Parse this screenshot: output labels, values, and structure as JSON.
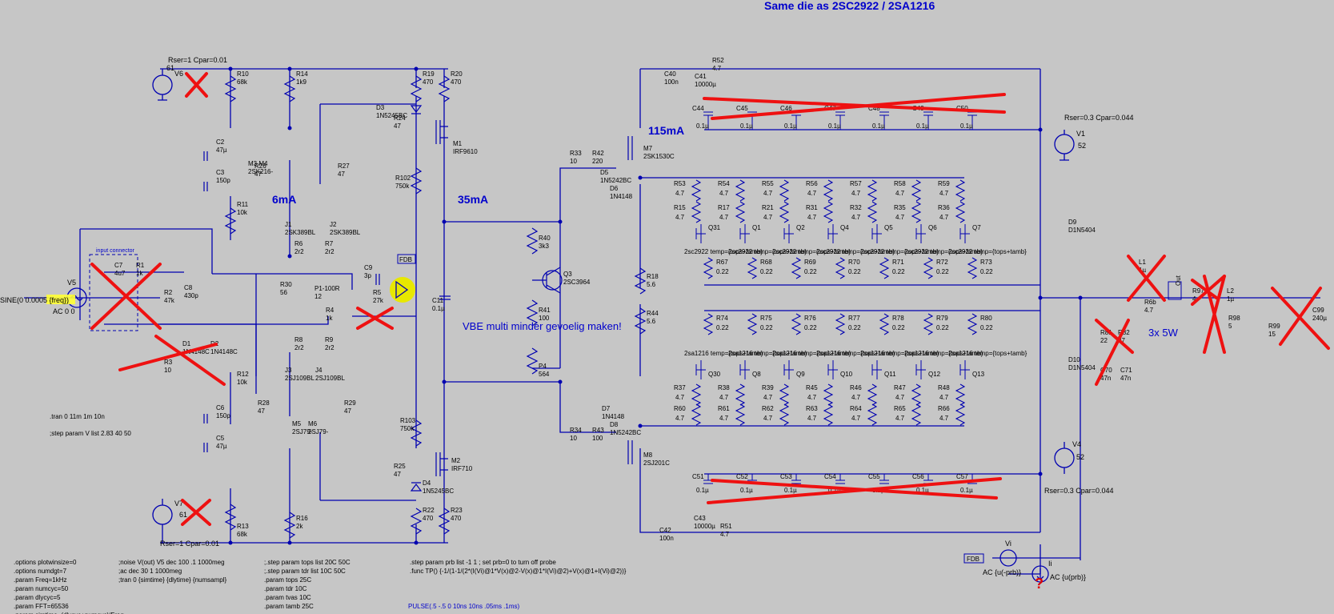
{
  "title": "Same die as 2SC2922 / 2SA1216",
  "annotations": {
    "bias_6ma": "6mA",
    "bias_35ma": "35mA",
    "bias_115ma": "115mA",
    "vbe_note": "VBE multi minder gevoelig maken!",
    "output_note": "3x 5W",
    "input_connector": "input connector",
    "question_mark": "?"
  },
  "sources": {
    "v6": {
      "name": "V6",
      "value": "61",
      "params": "Rser=1 Cpar=0.01"
    },
    "v7": {
      "name": "V7",
      "value": "61",
      "params": "Rser=1 Cpar=0.01"
    },
    "v1": {
      "name": "V1",
      "value": "52",
      "params": "Rser=0.3 Cpar=0.044"
    },
    "v4": {
      "name": "V4",
      "value": "52",
      "params": "Rser=0.3 Cpar=0.044"
    },
    "v5": {
      "name": "V5",
      "value": "SINE(0 0.0005 {freq})",
      "ac": "AC 0 0"
    },
    "vi": {
      "name": "Vi",
      "value": "AC {u(-prb)}"
    },
    "ii": {
      "name": "Ii",
      "value": "AC {u(prb)}"
    },
    "fdb1": "FDB",
    "fdb2": "FDB",
    "out": "Out"
  },
  "parts": [
    {
      "n": "R10",
      "v": "68k"
    },
    {
      "n": "R14",
      "v": "1k9"
    },
    {
      "n": "R19",
      "v": "470"
    },
    {
      "n": "R20",
      "v": "470"
    },
    {
      "n": "D3",
      "v": "1N5245BC"
    },
    {
      "n": "R24",
      "v": "47"
    },
    {
      "n": "M1",
      "v": "IRF9610"
    },
    {
      "n": "R102",
      "v": "750k"
    },
    {
      "n": "C2",
      "v": "47µ"
    },
    {
      "n": "C3",
      "v": "150p"
    },
    {
      "n": "R26",
      "v": "47"
    },
    {
      "n": "R27",
      "v": "47"
    },
    {
      "n": "M3 M4",
      "v": "2SK216-"
    },
    {
      "n": "R11",
      "v": "10k"
    },
    {
      "n": "J1",
      "v": "2SK389BL"
    },
    {
      "n": "J2",
      "v": "2SK389BL"
    },
    {
      "n": "R6",
      "v": "2r2"
    },
    {
      "n": "R7",
      "v": "2r2"
    },
    {
      "n": "R30",
      "v": "56"
    },
    {
      "n": "P1-100R",
      "v": "12"
    },
    {
      "n": "C9",
      "v": "3p"
    },
    {
      "n": "R5",
      "v": "27k"
    },
    {
      "n": "C11",
      "v": "0.1µ"
    },
    {
      "n": "R4",
      "v": "1k"
    },
    {
      "n": "R8",
      "v": "2r2"
    },
    {
      "n": "R9",
      "v": "2r2"
    },
    {
      "n": "J3",
      "v": "2SJ109BL"
    },
    {
      "n": "J4",
      "v": "2SJ109BL"
    },
    {
      "n": "R12",
      "v": "10k"
    },
    {
      "n": "C6",
      "v": "150p"
    },
    {
      "n": "R28",
      "v": "47"
    },
    {
      "n": "R29",
      "v": "47"
    },
    {
      "n": "M5",
      "v": "2SJ79-"
    },
    {
      "n": "M6",
      "v": "2SJ79-"
    },
    {
      "n": "C5",
      "v": "47µ"
    },
    {
      "n": "R13",
      "v": "68k"
    },
    {
      "n": "R16",
      "v": "2k"
    },
    {
      "n": "R25",
      "v": "47"
    },
    {
      "n": "D4",
      "v": "1N5245BC"
    },
    {
      "n": "M2",
      "v": "IRF710"
    },
    {
      "n": "R22",
      "v": "470"
    },
    {
      "n": "R23",
      "v": "470"
    },
    {
      "n": "R103",
      "v": "750k"
    },
    {
      "n": "C7",
      "v": "4u7"
    },
    {
      "n": "R1",
      "v": "1k"
    },
    {
      "n": "R2",
      "v": "47k"
    },
    {
      "n": "C8",
      "v": "430p"
    },
    {
      "n": "R3",
      "v": "10"
    },
    {
      "n": "D1",
      "v": "1N4148C"
    },
    {
      "n": "D2",
      "v": "1N4148C"
    },
    {
      "n": "R40",
      "v": "3k3"
    },
    {
      "n": "Q3",
      "v": "2SC3964"
    },
    {
      "n": "R41",
      "v": "100"
    },
    {
      "n": "P4",
      "v": "564"
    },
    {
      "n": "R33",
      "v": "10"
    },
    {
      "n": "R42",
      "v": "220"
    },
    {
      "n": "D5",
      "v": "1N5242BC"
    },
    {
      "n": "D6",
      "v": "1N4148"
    },
    {
      "n": "M7",
      "v": "2SK1530C"
    },
    {
      "n": "R34",
      "v": "10"
    },
    {
      "n": "R43",
      "v": "100"
    },
    {
      "n": "D7",
      "v": "1N4148"
    },
    {
      "n": "D8",
      "v": "1N5242BC"
    },
    {
      "n": "M8",
      "v": "2SJ201C"
    },
    {
      "n": "R18",
      "v": "5.6"
    },
    {
      "n": "R44",
      "v": "5.6"
    },
    {
      "n": "C40",
      "v": "100n"
    },
    {
      "n": "C41",
      "v": "10000µ"
    },
    {
      "n": "R52",
      "v": "4.7"
    },
    {
      "n": "C42",
      "v": "100n"
    },
    {
      "n": "C43",
      "v": "10000µ"
    },
    {
      "n": "R51",
      "v": "4.7"
    },
    {
      "n": "D9",
      "v": "D1N5404"
    },
    {
      "n": "D10",
      "v": "D1N5404"
    },
    {
      "n": "L1",
      "v": "1µ"
    },
    {
      "n": "R6b",
      "v": "4.7"
    },
    {
      "n": "R97",
      "v": "4"
    },
    {
      "n": "L2",
      "v": "1µ"
    },
    {
      "n": "R98",
      "v": "5"
    },
    {
      "n": "R99",
      "v": "15"
    },
    {
      "n": "C99",
      "v": "240µ"
    },
    {
      "n": "C70",
      "v": "47n"
    },
    {
      "n": "C71",
      "v": "47n"
    },
    {
      "n": "R81",
      "v": "22"
    },
    {
      "n": "R82",
      "v": "27"
    }
  ],
  "top_caps": [
    {
      "n": "C44",
      "v": "0.1µ"
    },
    {
      "n": "C45",
      "v": "0.1µ"
    },
    {
      "n": "C46",
      "v": "0.1µ"
    },
    {
      "n": "C47",
      "v": "0.1µ"
    },
    {
      "n": "C48",
      "v": "0.1µ"
    },
    {
      "n": "C49",
      "v": "0.1µ"
    },
    {
      "n": "C50",
      "v": "0.1µ"
    }
  ],
  "bot_caps": [
    {
      "n": "C51",
      "v": "0.1µ"
    },
    {
      "n": "C52",
      "v": "0.1µ"
    },
    {
      "n": "C53",
      "v": "0.1µ"
    },
    {
      "n": "C54",
      "v": "0.1µ"
    },
    {
      "n": "C55",
      "v": "0.1µ"
    },
    {
      "n": "C56",
      "v": "0.1µ"
    },
    {
      "n": "C57",
      "v": "0.1µ"
    }
  ],
  "npn": [
    {
      "rb": "R53",
      "rbv": "4.7",
      "re": "R15",
      "rev": "4.7",
      "q": "Q31",
      "r": "R67",
      "rv": "0.22"
    },
    {
      "rb": "R54",
      "rbv": "4.7",
      "re": "R17",
      "rev": "4.7",
      "q": "Q1",
      "r": "R68",
      "rv": "0.22"
    },
    {
      "rb": "R55",
      "rbv": "4.7",
      "re": "R21",
      "rev": "4.7",
      "q": "Q2",
      "r": "R69",
      "rv": "0.22"
    },
    {
      "rb": "R56",
      "rbv": "4.7",
      "re": "R31",
      "rev": "4.7",
      "q": "Q4",
      "r": "R70",
      "rv": "0.22"
    },
    {
      "rb": "R57",
      "rbv": "4.7",
      "re": "R32",
      "rev": "4.7",
      "q": "Q5",
      "r": "R71",
      "rv": "0.22"
    },
    {
      "rb": "R58",
      "rbv": "4.7",
      "re": "R35",
      "rev": "4.7",
      "q": "Q6",
      "r": "R72",
      "rv": "0.22"
    },
    {
      "rb": "R59",
      "rbv": "4.7",
      "re": "R36",
      "rev": "4.7",
      "q": "Q7",
      "r": "R73",
      "rv": "0.22"
    }
  ],
  "pnp": [
    {
      "r": "R74",
      "rv": "0.22",
      "q": "Q30",
      "rb": "R37",
      "rbv": "4.7",
      "re": "R60",
      "rev": "4.7"
    },
    {
      "r": "R75",
      "rv": "0.22",
      "q": "Q8",
      "rb": "R38",
      "rbv": "4.7",
      "re": "R61",
      "rev": "4.7"
    },
    {
      "r": "R76",
      "rv": "0.22",
      "q": "Q9",
      "rb": "R39",
      "rbv": "4.7",
      "re": "R62",
      "rev": "4.7"
    },
    {
      "r": "R77",
      "rv": "0.22",
      "q": "Q10",
      "rb": "R45",
      "rbv": "4.7",
      "re": "R63",
      "rev": "4.7"
    },
    {
      "r": "R78",
      "rv": "0.22",
      "q": "Q11",
      "rb": "R46",
      "rbv": "4.7",
      "re": "R64",
      "rev": "4.7"
    },
    {
      "r": "R79",
      "rv": "0.22",
      "q": "Q12",
      "rb": "R47",
      "rbv": "4.7",
      "re": "R65",
      "rev": "4.7"
    },
    {
      "r": "R80",
      "rv": "0.22",
      "q": "Q13",
      "rb": "R48",
      "rbv": "4.7",
      "re": "R66",
      "rev": "4.7"
    }
  ],
  "npn_model_row": "2sc2922 temp={tops+tamb}",
  "pnp_model_row": "2sa1216 temp={tops+tamb}",
  "directives": {
    "tran": ".tran 0 11m 1m 10n",
    "step_v": ";step param V list 2.83 40 50",
    "col1": [
      ".options plotwinsize=0",
      ".options numdgt=7",
      ".param Freq=1kHz",
      ".param numcyc=50",
      ".param dlycyc=5",
      ".param FFT=65536",
      ".param simtime=(dlycyc+numcyc)/Freq"
    ],
    "col2": [
      ";noise V(out) V5 dec 100 .1 1000meg",
      ";ac dec 30 1 1000meg",
      ";tran 0 {simtime} {dlytime} {numsampl}"
    ],
    "col3": [
      ";.step param tops list 20C 50C",
      ";.step param tdr list 10C 50C",
      ".param tops 25C",
      ".param tdr 10C",
      ".param tvas 10C",
      ".param tamb 25C"
    ],
    "col4": [
      ".step param prb list -1 1 ; set prb=0 to turn off probe",
      ".func TP() {-1/(1-1/(2*(I(Vi)@1*V(x)@2-V(x)@1*I(Vi)@2)+V(x)@1+I(Vi)@2))}"
    ],
    "pulse": "PULSE(.5 -.5 0 10ns 10ns .05ms .1ms)"
  }
}
